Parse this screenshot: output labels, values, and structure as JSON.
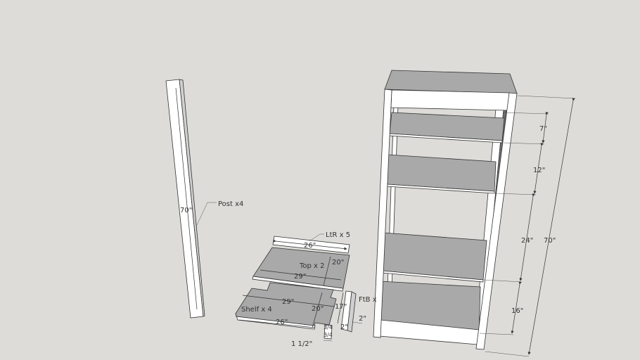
{
  "post": {
    "length": "70\"",
    "label": "Post x4"
  },
  "ltr": {
    "label": "LtR x 5",
    "length": "26\""
  },
  "top": {
    "label": "Top x 2",
    "width": "20\"",
    "length": "29\""
  },
  "shelf": {
    "label": "Shelf x 4",
    "length": "29\"",
    "width": "20\"",
    "inner_length": "26\""
  },
  "ftb": {
    "label": "FtB x",
    "height": "17\"",
    "width_a": "2\"",
    "width_b": "2\"",
    "thick_a": "3/4",
    "thick_b": "3/4",
    "depth": "1 1/2\""
  },
  "bookcase": {
    "gap_1": "7\"",
    "gap_2": "12\"",
    "gap_3": "24\"",
    "gap_4": "16\"",
    "total_height": "70\""
  },
  "colors": {
    "background": "#dddcd8",
    "board": "#a9a9a9",
    "frame": "#ffffff"
  }
}
